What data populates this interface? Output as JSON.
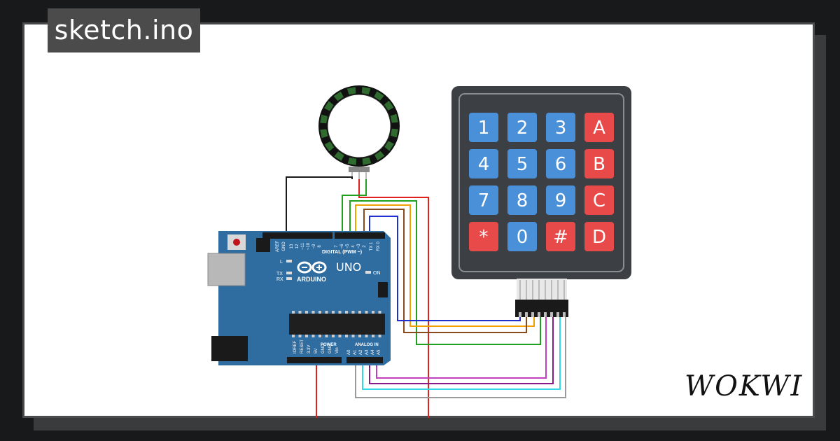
{
  "project": {
    "filename": "sketch.ino"
  },
  "brand": {
    "logo_text": "WOKWI"
  },
  "arduino": {
    "model_label": "UNO",
    "brand_label": "ARDUINO",
    "digital_label": "DIGITAL (PWM ~)",
    "power_label": "POWER",
    "analog_label": "ANALOG IN",
    "on_label": "ON",
    "led_labels": [
      "L",
      "TX",
      "RX"
    ],
    "digital_pins": [
      "AREF",
      "GND",
      "13",
      "12",
      "~11",
      "~10",
      "~9",
      "8",
      "7",
      "~6",
      "~5",
      "4",
      "~3",
      "2",
      "TX 1",
      "RX 0"
    ],
    "power_pins": [
      "IOREF",
      "RESET",
      "3.3V",
      "5V",
      "GND",
      "GND",
      "Vin"
    ],
    "analog_pins": [
      "A0",
      "A1",
      "A2",
      "A3",
      "A4",
      "A5"
    ]
  },
  "keypad": {
    "keys": [
      [
        "1",
        "2",
        "3",
        "A"
      ],
      [
        "4",
        "5",
        "6",
        "B"
      ],
      [
        "7",
        "8",
        "9",
        "C"
      ],
      [
        "*",
        "0",
        "#",
        "D"
      ]
    ]
  },
  "colors": {
    "canvas_bg": "#ffffff",
    "board": "#2f6ca0",
    "key_number": "#4a90d9",
    "key_letter": "#e84a4a",
    "keypad_body": "#3c3f44",
    "wire_red": "#e01f1f",
    "wire_black": "#1a1a1a",
    "wire_green": "#1fa01f",
    "wire_orange": "#f0a000",
    "wire_brown": "#8b4a1a",
    "wire_blue": "#1f2fd0",
    "wire_magenta": "#c040c0",
    "wire_purple": "#8a1a8a",
    "wire_cyan": "#30d8e8",
    "wire_gray": "#9a9a9a"
  }
}
